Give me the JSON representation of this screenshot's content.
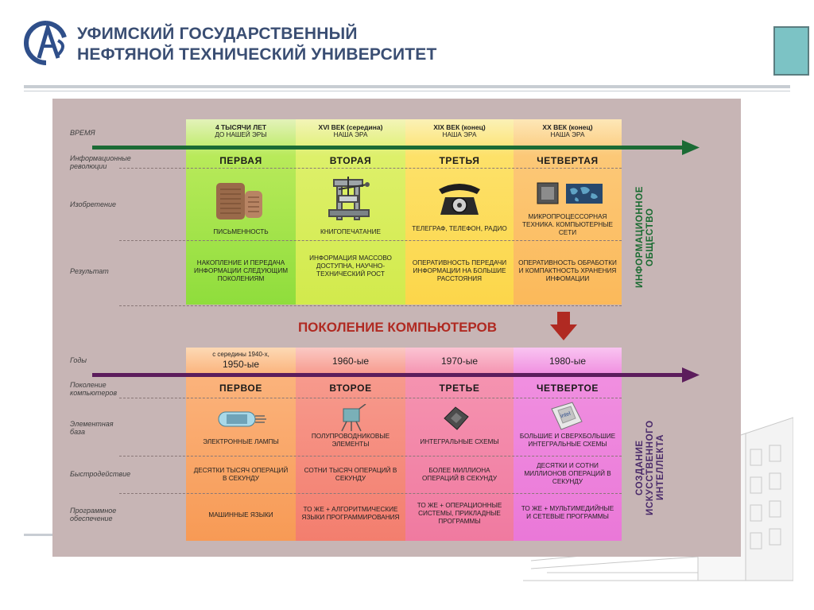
{
  "header": {
    "line1": "УФИМСКИЙ ГОСУДАРСТВЕННЫЙ",
    "line2": "НЕФТЯНОЙ ТЕХНИЧЕСКИЙ УНИВЕРСИТЕТ"
  },
  "colors": {
    "header_text": "#3a4e73",
    "panel_bg": "#c7b5b5",
    "top_arrow": "#1b6b35",
    "bottom_arrow": "#5c1d5c",
    "title_red": "#b02a22",
    "teal_square": "#7cc3c5"
  },
  "top": {
    "row_labels": [
      "ВРЕМЯ",
      "Информационные революции",
      "Изобретение",
      "Результат"
    ],
    "eras": [
      {
        "line1": "4 ТЫСЯЧИ ЛЕТ",
        "line2": "ДО НАШЕЙ ЭРЫ"
      },
      {
        "line1": "XVI ВЕК (середина)",
        "line2": "НАША ЭРА"
      },
      {
        "line1": "XIX ВЕК (конец)",
        "line2": "НАША ЭРА"
      },
      {
        "line1": "XX ВЕК (конец)",
        "line2": "НАША ЭРА"
      }
    ],
    "revolutions": [
      "ПЕРВАЯ",
      "ВТОРАЯ",
      "ТРЕТЬЯ",
      "ЧЕТВЕРТАЯ"
    ],
    "inventions": [
      {
        "text": "ПИСЬМЕННОСТЬ",
        "icon": "clay-tablet-icon"
      },
      {
        "text": "КНИГОПЕЧАТАНИЕ",
        "icon": "printing-press-icon"
      },
      {
        "text": "ТЕЛЕГРАФ, ТЕЛЕФОН, РАДИО",
        "icon": "telephone-icon"
      },
      {
        "text": "МИКРОПРОЦЕССОРНАЯ ТЕХНИКА. КОМПЬЮТЕРНЫЕ СЕТИ",
        "icon": "computer-network-icon"
      }
    ],
    "results": [
      "НАКОПЛЕНИЕ И ПЕРЕДАЧА ИНФОРМАЦИИ СЛЕДУЮЩИМ ПОКОЛЕНИЯМ",
      "ИНФОРМАЦИЯ МАССОВО ДОСТУПНА, НАУЧНО-ТЕХНИЧЕСКИЙ РОСТ",
      "ОПЕРАТИВНОСТЬ ПЕРЕДАЧИ ИНФОРМАЦИИ НА БОЛЬШИЕ РАССТОЯНИЯ",
      "ОПЕРАТИВНОСТЬ ОБРАБОТКИ И КОМПАКТНОСТЬ ХРАНЕНИЯ ИНФОМАЦИИ"
    ],
    "side_label": "ИНФОРМАЦИОННОЕ ОБЩЕСТВО"
  },
  "middle": {
    "title": "ПОКОЛЕНИЕ КОМПЬЮТЕРОВ"
  },
  "bottom": {
    "row_labels": [
      "Годы",
      "Поколение компьютеров",
      "Элементная база",
      "Быстродействие",
      "Программное обеспечение"
    ],
    "years": [
      {
        "small": "с середины 1940-х,",
        "big": "1950-ые"
      },
      {
        "small": "",
        "big": "1960-ые"
      },
      {
        "small": "",
        "big": "1970-ые"
      },
      {
        "small": "",
        "big": "1980-ые"
      }
    ],
    "generations": [
      "ПЕРВОЕ",
      "ВТОРОЕ",
      "ТРЕТЬЕ",
      "ЧЕТВЕРТОЕ"
    ],
    "element_base": [
      {
        "text": "ЭЛЕКТРОННЫЕ ЛАМПЫ",
        "icon": "vacuum-tube-icon"
      },
      {
        "text": "ПОЛУПРОВОДНИКОВЫЕ ЭЛЕМЕНТЫ",
        "icon": "transistor-icon"
      },
      {
        "text": "ИНТЕГРАЛЬНЫЕ СХЕМЫ",
        "icon": "integrated-circuit-icon"
      },
      {
        "text": "БОЛЬШИЕ И СВЕРХБОЛЬШИЕ ИНТЕГРАЛЬНЫЕ СХЕМЫ",
        "icon": "microprocessor-icon"
      }
    ],
    "speed": [
      "ДЕСЯТКИ ТЫСЯЧ ОПЕРАЦИЙ В СЕКУНДУ",
      "СОТНИ ТЫСЯЧ ОПЕРАЦИЙ В СЕКУНДУ",
      "БОЛЕЕ МИЛЛИОНА ОПЕРАЦИЙ В СЕКУНДУ",
      "ДЕСЯТКИ И СОТНИ МИЛЛИОНОВ ОПЕРАЦИЙ В СЕКУНДУ"
    ],
    "software": [
      "МАШИННЫЕ ЯЗЫКИ",
      "ТО ЖЕ + АЛГОРИТМИЧЕСКИЕ ЯЗЫКИ ПРОГРАММИРОВАНИЯ",
      "ТО ЖЕ + ОПЕРАЦИОННЫЕ СИСТЕМЫ, ПРИКЛАДНЫЕ ПРОГРАММЫ",
      "ТО ЖЕ + МУЛЬТИМЕДИЙНЫЕ И СЕТЕВЫЕ ПРОГРАММЫ"
    ],
    "side_label": "СОЗДАНИЕ ИСКУССТВЕННОГО ИНТЕЛЛЕКТА"
  }
}
